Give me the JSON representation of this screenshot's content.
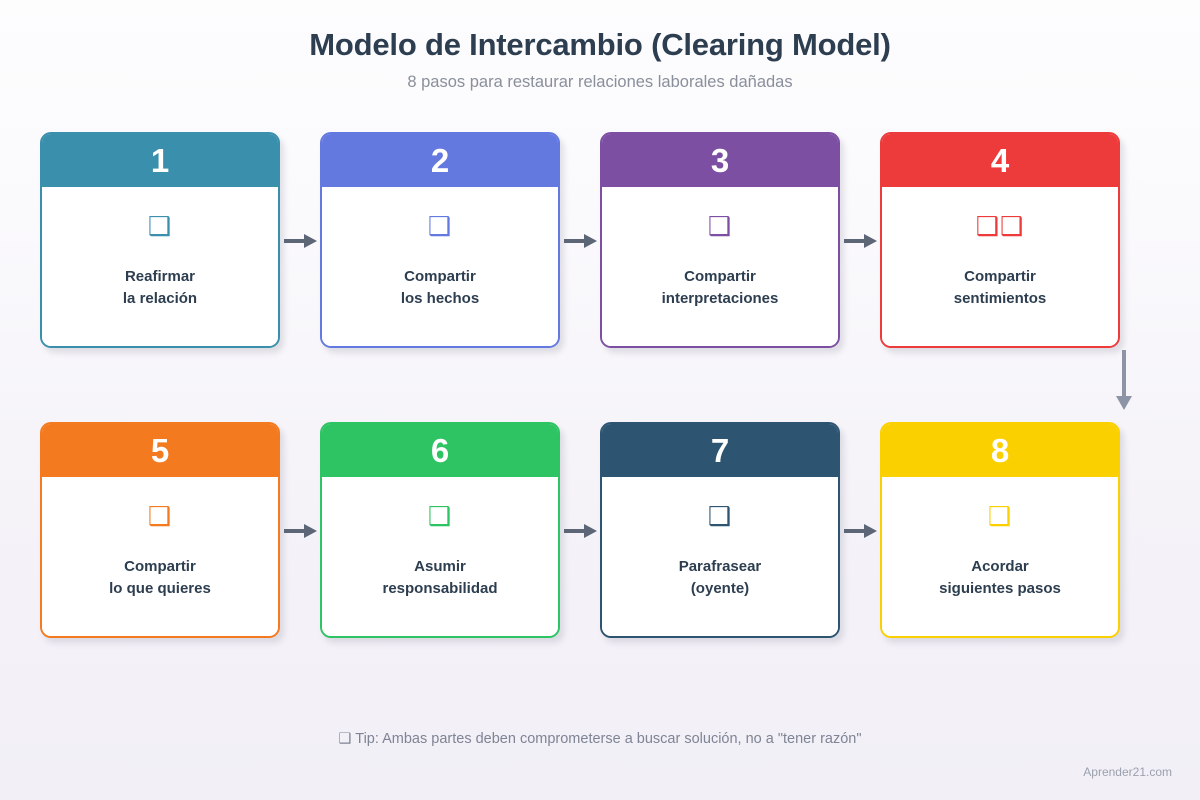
{
  "header": {
    "title": "Modelo de Intercambio (Clearing Model)",
    "subtitle": "8 pasos para restaurar relaciones laborales dañadas"
  },
  "steps": [
    {
      "number": "1",
      "icon": "❑",
      "icon_name": "handshake-icon",
      "label": "Reafirmar\nla relación",
      "color": "#3a8fac"
    },
    {
      "number": "2",
      "icon": "❑",
      "icon_name": "clipboard-facts-icon",
      "label": "Compartir\nlos hechos",
      "color": "#6479e0"
    },
    {
      "number": "3",
      "icon": "❑",
      "icon_name": "thought-bubble-icon",
      "label": "Compartir\ninterpretaciones",
      "color": "#7d4fa3"
    },
    {
      "number": "4",
      "icon": "❑❑",
      "icon_name": "heart-feelings-icon",
      "label": "Compartir\nsentimientos",
      "color": "#ed3b3b"
    },
    {
      "number": "5",
      "icon": "❑",
      "icon_name": "target-wants-icon",
      "label": "Compartir\nlo que quieres",
      "color": "#f47a20"
    },
    {
      "number": "6",
      "icon": "❑",
      "icon_name": "responsibility-icon",
      "label": "Asumir\nresponsabilidad",
      "color": "#2ec463"
    },
    {
      "number": "7",
      "icon": "❑",
      "icon_name": "listening-ear-icon",
      "label": "Parafrasear\n(oyente)",
      "color": "#2d5571"
    },
    {
      "number": "8",
      "icon": "❑",
      "icon_name": "agreement-check-icon",
      "label": "Acordar\nsiguientes pasos",
      "color": "#fbd000"
    }
  ],
  "footer": {
    "tip": "❑ Tip: Ambas partes deben comprometerse a buscar solución, no a \"tener razón\"",
    "watermark": "Aprender21.com"
  },
  "theme": {
    "title_color": "#2d3e50",
    "subtitle_color": "#8a8f9c",
    "arrow_color": "#5c6677",
    "arrow_vertical_color": "#8d94a5",
    "background_top": "#fdfdfe",
    "background_bottom": "#f2eff7"
  }
}
